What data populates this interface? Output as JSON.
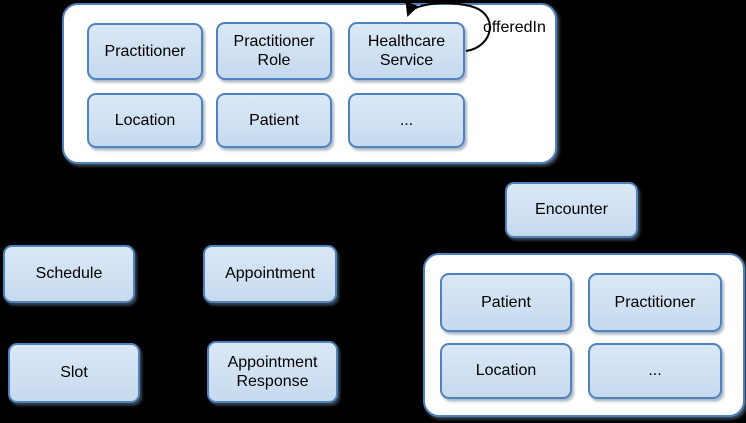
{
  "colors": {
    "background": "#000000",
    "group_fill": "#ffffff",
    "group_border": "#4f81bd",
    "node_fill_top": "#dae8f6",
    "node_fill_bottom": "#c6daee",
    "node_border": "#4f81bd",
    "arrow": "#000000",
    "text": "#000000"
  },
  "top_group": {
    "row1": [
      "Practitioner",
      "Practitioner Role",
      "Healthcare Service"
    ],
    "row2": [
      "Location",
      "Patient",
      "..."
    ]
  },
  "connections": {
    "offered_in_label": "offeredIn"
  },
  "standalone": {
    "encounter": "Encounter",
    "schedule": "Schedule",
    "appointment": "Appointment",
    "slot": "Slot",
    "appointment_response": "Appointment Response"
  },
  "bottom_group": {
    "row1": [
      "Patient",
      "Practitioner"
    ],
    "row2": [
      "Location",
      "..."
    ]
  }
}
